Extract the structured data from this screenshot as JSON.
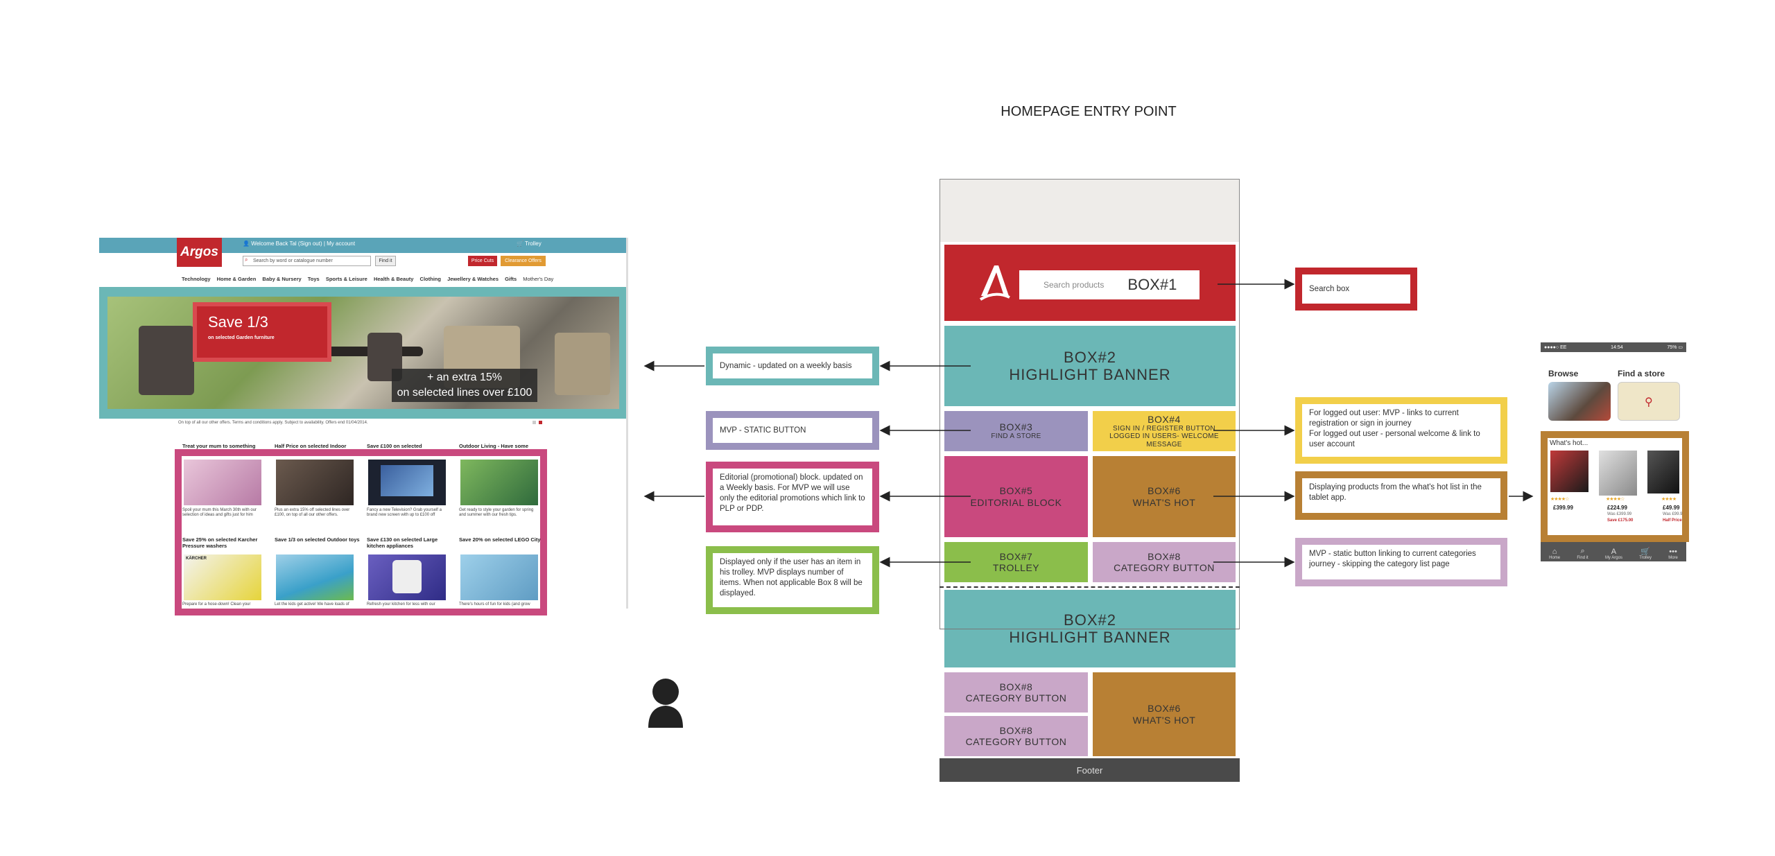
{
  "title": "HOMEPAGE ENTRY POINT",
  "wireframe": {
    "box1": {
      "search_placeholder": "Search products",
      "label": "BOX#1"
    },
    "box2a": {
      "line1": "BOX#2",
      "line2": "HIGHLIGHT BANNER"
    },
    "box3": {
      "line1": "BOX#3",
      "line2": "FIND A STORE"
    },
    "box4": {
      "line1": "BOX#4",
      "line2": "SIGN IN / REGISTER BUTTON",
      "line3": "LOGGED IN USERS- WELCOME MESSAGE"
    },
    "box5": {
      "line1": "BOX#5",
      "line2": "EDITORIAL BLOCK"
    },
    "box6a": {
      "line1": "BOX#6",
      "line2": "WHAT'S HOT"
    },
    "box7": {
      "line1": "BOX#7",
      "line2": "TROLLEY"
    },
    "box8a": {
      "line1": "BOX#8",
      "line2": "CATEGORY BUTTON"
    },
    "box2b": {
      "line1": "BOX#2",
      "line2": "HIGHLIGHT BANNER"
    },
    "box8b": {
      "line1": "BOX#8",
      "line2": "CATEGORY BUTTON"
    },
    "box8c": {
      "line1": "BOX#8",
      "line2": "CATEGORY BUTTON"
    },
    "box6b": {
      "line1": "BOX#6",
      "line2": "WHAT'S HOT"
    },
    "footer": "Footer"
  },
  "notes": {
    "search": "Search box",
    "dynamic": "Dynamic - updated on a weekly basis",
    "mvp_static": "MVP - STATIC BUTTON",
    "editorial": "Editorial (promotional) block. updated on a Weekly basis. For MVP we will use only the editorial promotions which link to PLP or PDP.",
    "trolley": "Displayed only if the user has an item in his trolley. MVP displays number of items. When not applicable Box 8 will be displayed.",
    "signin_1": "For logged out user: MVP - links to current registration or sign in journey",
    "signin_2": "For logged out user - personal welcome & link to user account",
    "whats_hot": "Displaying products from the what's hot list in the tablet app.",
    "category": "MVP - static button linking to current categories journey - skipping the category list page"
  },
  "screenshot": {
    "logo": "Argos",
    "welcome": "Welcome Back Tal (Sign out) | My account",
    "trolley": "Trolley",
    "search_placeholder": "Search by word or catalogue number",
    "find": "Find it",
    "price_cuts": "Price Cuts",
    "clearance": "Clearance Offers",
    "nav": [
      "Technology",
      "Home & Garden",
      "Baby & Nursery",
      "Toys",
      "Sports & Leisure",
      "Health & Beauty",
      "Clothing",
      "Jewellery & Watches",
      "Gifts",
      "Mother's Day"
    ],
    "banner_title": "Save 1/3",
    "banner_sub": "on selected Garden furniture",
    "extra_1": "+ an extra 15%",
    "extra_2": "on selected lines over £100",
    "fineprint": "On top of all our other offers. Terms and conditions apply. Subject to availability. Offers end 01/04/2014.",
    "row1_heads": [
      "Treat your mum to something",
      "Half Price on selected Indoor",
      "Save £100 on selected",
      "Outdoor Living - Have some"
    ],
    "row1_caps": [
      "Spoil your mum this March 30th with our selection of ideas and gifts just for him",
      "Plus an extra 15% off selected lines over £100, on top of all our other offers.",
      "Fancy a new Television? Grab yourself a brand new screen with up to £100 off",
      "Get ready to style your garden for spring and summer with our fresh tips."
    ],
    "row2_heads": [
      "Save 25% on selected Karcher Pressure washers",
      "Save 1/3 on selected Outdoor toys",
      "Save £130 on selected Large kitchen appliances",
      "Save 20% on selected LEGO City"
    ],
    "row2_caps": [
      "Prepare for a hose-down! Clean your",
      "Let the kids get active! We have loads of",
      "Refresh your kitchen for less with our",
      "There's hours of fun for kids (and grow"
    ],
    "karcher": "KÄRCHER"
  },
  "phone": {
    "status_left": "●●●●○ EE  ",
    "status_time": "14:54",
    "status_right": "75% ▭",
    "browse": "Browse",
    "find_store": "Find a store",
    "whats_hot": "What's hot...",
    "p1": "£399.99",
    "p2": "£224.99",
    "p2_was": "Was £399.99",
    "p2_save": "Save £175.00",
    "p3": "£49.99",
    "p3_was": "Was £99.9",
    "p3_save": "Half Price",
    "tabs": [
      "Home",
      "Find it",
      "My Argos",
      "Trolley",
      "More"
    ]
  }
}
